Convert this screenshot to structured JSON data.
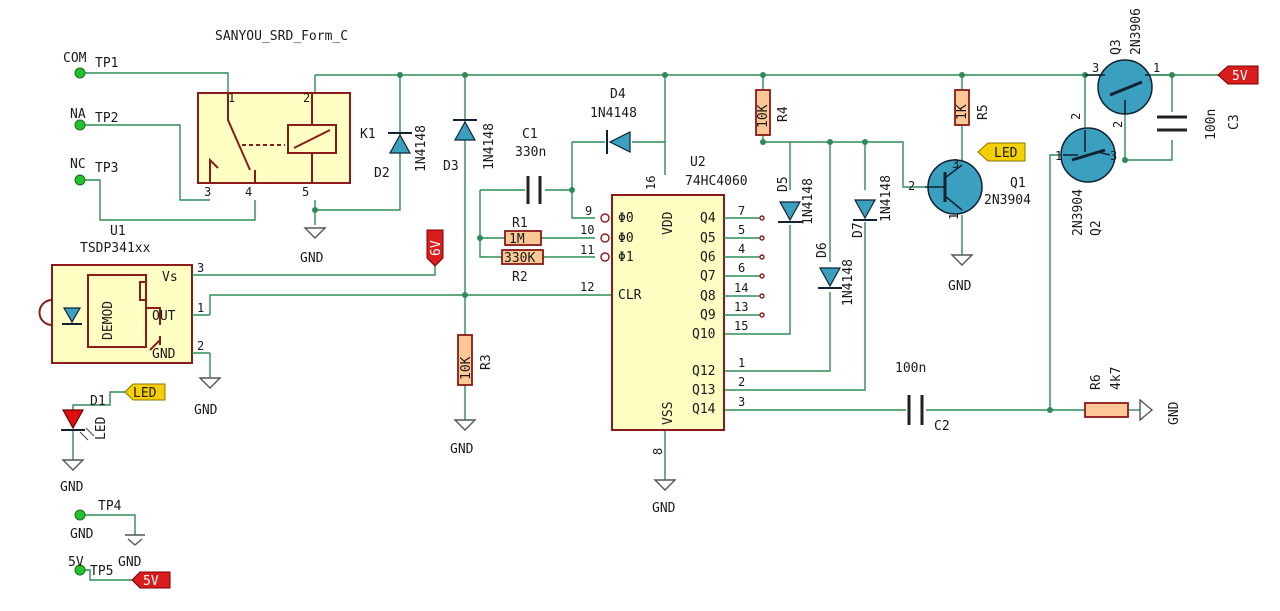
{
  "title": "SANYOU_SRD_Form_C",
  "relay": {
    "ref": "K1",
    "pins": [
      "1",
      "2",
      "3",
      "4",
      "5"
    ]
  },
  "testpoints": [
    {
      "ref": "TP1",
      "net": "COM"
    },
    {
      "ref": "TP2",
      "net": "NA"
    },
    {
      "ref": "TP3",
      "net": "NC"
    },
    {
      "ref": "TP4",
      "net": "GND"
    },
    {
      "ref": "TP5",
      "net": "5V"
    }
  ],
  "tp4_gnd_label": "GND",
  "tp5_gnd_label": "GND",
  "ir_receiver": {
    "ref": "U1",
    "part": "TSDP341xx",
    "block": "DEMOD",
    "pins": {
      "vs": "Vs",
      "out": "OUT",
      "gnd": "GND"
    },
    "pin_numbers": [
      "3",
      "1",
      "2"
    ]
  },
  "led": {
    "ref": "D1",
    "part": "LED"
  },
  "diodes": [
    {
      "ref": "D2",
      "part": "1N4148"
    },
    {
      "ref": "D3",
      "part": "1N4148"
    },
    {
      "ref": "D4",
      "part": "1N4148"
    },
    {
      "ref": "D5",
      "part": "1N4148"
    },
    {
      "ref": "D6",
      "part": "1N4148"
    },
    {
      "ref": "D7",
      "part": "1N4148"
    }
  ],
  "capacitors": [
    {
      "ref": "C1",
      "value": "330n"
    },
    {
      "ref": "C2",
      "value": "100n"
    },
    {
      "ref": "C3",
      "value": "100n"
    }
  ],
  "resistors": [
    {
      "ref": "R1",
      "value": "1M"
    },
    {
      "ref": "R2",
      "value": "330K"
    },
    {
      "ref": "R3",
      "value": "10K"
    },
    {
      "ref": "R4",
      "value": "10K"
    },
    {
      "ref": "R5",
      "value": "1K"
    },
    {
      "ref": "R6",
      "value": "4k7"
    }
  ],
  "transistors": [
    {
      "ref": "Q1",
      "part": "2N3904",
      "pins": [
        "1",
        "2",
        "3"
      ]
    },
    {
      "ref": "Q2",
      "part": "2N3904",
      "pins": [
        "1",
        "2",
        "3"
      ]
    },
    {
      "ref": "Q3",
      "part": "2N3906",
      "pins": [
        "1",
        "2",
        "3"
      ]
    }
  ],
  "counter": {
    "ref": "U2",
    "part": "74HC4060",
    "left_pins": [
      {
        "num": "9",
        "name": "Φ̄0"
      },
      {
        "num": "10",
        "name": "Φ0"
      },
      {
        "num": "11",
        "name": "Φ1"
      },
      {
        "num": "12",
        "name": "CLR"
      }
    ],
    "right_pins": [
      {
        "num": "7",
        "name": "Q4"
      },
      {
        "num": "5",
        "name": "Q5"
      },
      {
        "num": "4",
        "name": "Q6"
      },
      {
        "num": "6",
        "name": "Q7"
      },
      {
        "num": "14",
        "name": "Q8"
      },
      {
        "num": "13",
        "name": "Q9"
      },
      {
        "num": "15",
        "name": "Q10"
      },
      {
        "num": "1",
        "name": "Q12"
      },
      {
        "num": "2",
        "name": "Q13"
      },
      {
        "num": "3",
        "name": "Q14"
      }
    ],
    "vdd": {
      "num": "16",
      "name": "VDD"
    },
    "vss": {
      "num": "8",
      "name": "VSS"
    }
  },
  "labels": {
    "gnd": "GND",
    "v5": "5V",
    "led": "LED",
    "v6": "6V"
  }
}
